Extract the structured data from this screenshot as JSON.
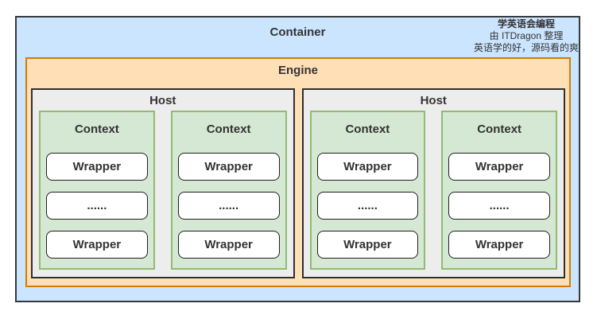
{
  "colors": {
    "container_fill": "#cce5ff",
    "container_stroke": "#36393d",
    "engine_fill": "#ffdfb6",
    "engine_stroke": "#d07d00",
    "host_fill": "#ededed",
    "host_stroke": "#2f2f2f",
    "context_fill": "#d5e8d4",
    "context_stroke": "#8fbc6e",
    "wrapper_fill": "#ffffff",
    "wrapper_stroke": "#1f1f1f",
    "text": "#333333"
  },
  "watermark": {
    "line1": "学英语会编程",
    "line2": "由 ITDragon 整理",
    "line3": "英语学的好，源码看的爽"
  },
  "diagram": {
    "container_label": "Container",
    "engine_label": "Engine",
    "hosts": [
      {
        "label": "Host",
        "contexts": [
          {
            "label": "Context",
            "wrappers": [
              "Wrapper",
              "......",
              "Wrapper"
            ]
          },
          {
            "label": "Context",
            "wrappers": [
              "Wrapper",
              "......",
              "Wrapper"
            ]
          }
        ]
      },
      {
        "label": "Host",
        "contexts": [
          {
            "label": "Context",
            "wrappers": [
              "Wrapper",
              "......",
              "Wrapper"
            ]
          },
          {
            "label": "Context",
            "wrappers": [
              "Wrapper",
              "......",
              "Wrapper"
            ]
          }
        ]
      }
    ]
  }
}
